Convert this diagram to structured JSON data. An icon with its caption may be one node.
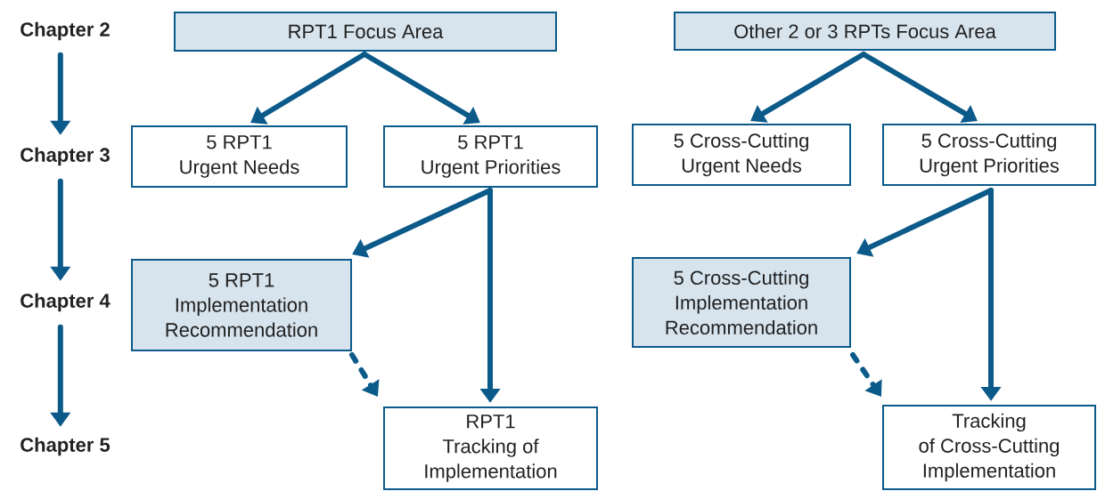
{
  "diagram": {
    "nodes": [
      {
        "text": [
          "Chapter 2"
        ]
      },
      {
        "text": [
          "RPT1 Focus Area"
        ]
      },
      {
        "text": [
          "Other 2 or 3 RPTs Focus Area"
        ]
      },
      {
        "text": [
          "Chapter 3"
        ]
      },
      {
        "text": [
          "5 RPT1 Urgent Needs"
        ]
      },
      {
        "text": [
          "5 RPT1 Urgent Priorities"
        ]
      },
      {
        "text": [
          "5 Cross-Cutting Urgent Needs"
        ]
      },
      {
        "text": [
          "5 Cross-Cutting Urgent Priorities"
        ]
      },
      {
        "text": [
          "Chapter 4"
        ]
      },
      {
        "text": [
          "5 RPT1 Implementation Recommendation"
        ]
      },
      {
        "text": [
          "5 Cross-Cutting Implementation Recommendation"
        ]
      },
      {
        "text": [
          "Chapter 5"
        ]
      },
      {
        "text": [
          "RPT1 Tracking of Implementation"
        ]
      },
      {
        "text": [
          "Tracking of Cross-Cutting Implementation"
        ]
      }
    ],
    "edges": [
      {
        "from": 0,
        "to": 3,
        "arrow": "to"
      },
      {
        "from": 3,
        "to": 8,
        "arrow": "to"
      },
      {
        "from": 8,
        "to": 11,
        "arrow": "to"
      },
      {
        "from": 1,
        "to": 4,
        "arrow": "to"
      },
      {
        "from": 1,
        "to": 5,
        "arrow": "to"
      },
      {
        "from": 2,
        "to": 6,
        "arrow": "to"
      },
      {
        "from": 2,
        "to": 7,
        "arrow": "to"
      },
      {
        "from": 5,
        "to": 9,
        "arrow": "to"
      },
      {
        "from": 5,
        "to": 12,
        "arrow": "to"
      },
      {
        "from": 7,
        "to": 10,
        "arrow": "to"
      },
      {
        "from": 7,
        "to": 13,
        "arrow": "to"
      },
      {
        "from": 9,
        "to": 12,
        "arrow": "to",
        "style": "dashed"
      },
      {
        "from": 10,
        "to": 13,
        "arrow": "to",
        "style": "dashed"
      }
    ]
  }
}
